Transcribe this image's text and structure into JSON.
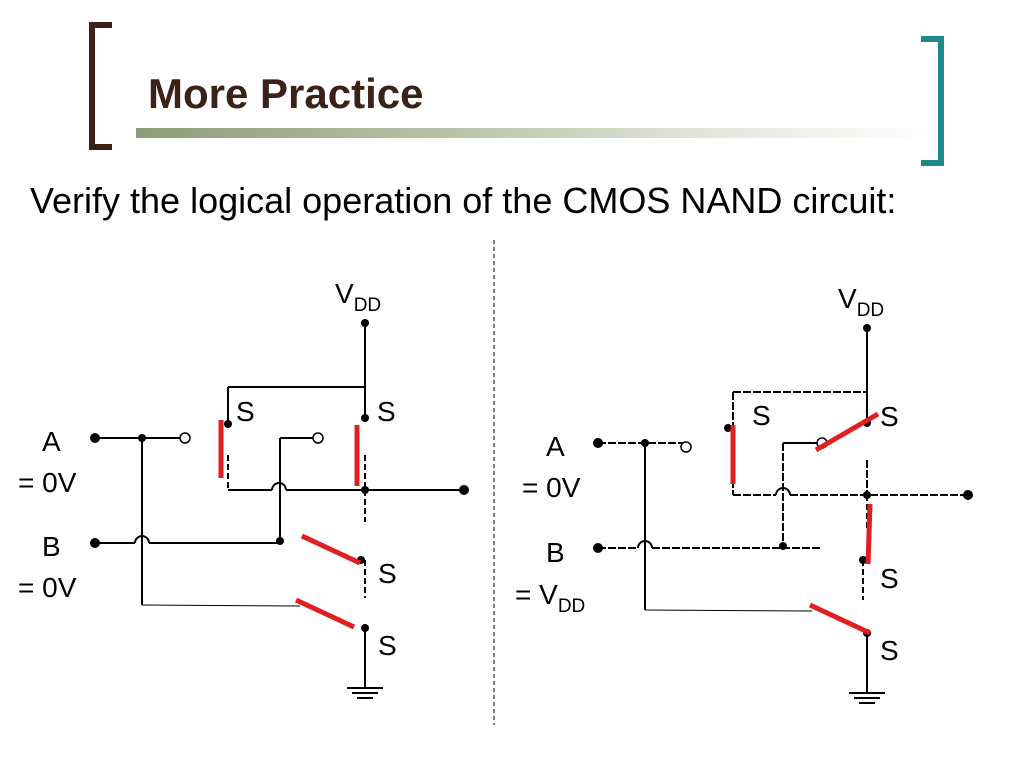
{
  "slide": {
    "title": "More Practice",
    "subtitle": "Verify the logical operation of the CMOS NAND circuit:"
  },
  "colors": {
    "title": "#3b2118",
    "bracket_left": "#3b2118",
    "bracket_right": "#1c8a8a",
    "switch_red": "#e02020",
    "wire": "#000000"
  },
  "left_circuit": {
    "vdd_main": "V",
    "vdd_sub": "DD",
    "input_a_name": "A",
    "input_a_value": "= 0V",
    "input_b_name": "B",
    "input_b_value": "= 0V",
    "source_label": "S"
  },
  "right_circuit": {
    "vdd_main": "V",
    "vdd_sub": "DD",
    "input_a_name": "A",
    "input_a_value": "= 0V",
    "input_b_name": "B",
    "input_b_value_prefix": "= V",
    "input_b_value_sub": "DD",
    "source_label": "S"
  }
}
